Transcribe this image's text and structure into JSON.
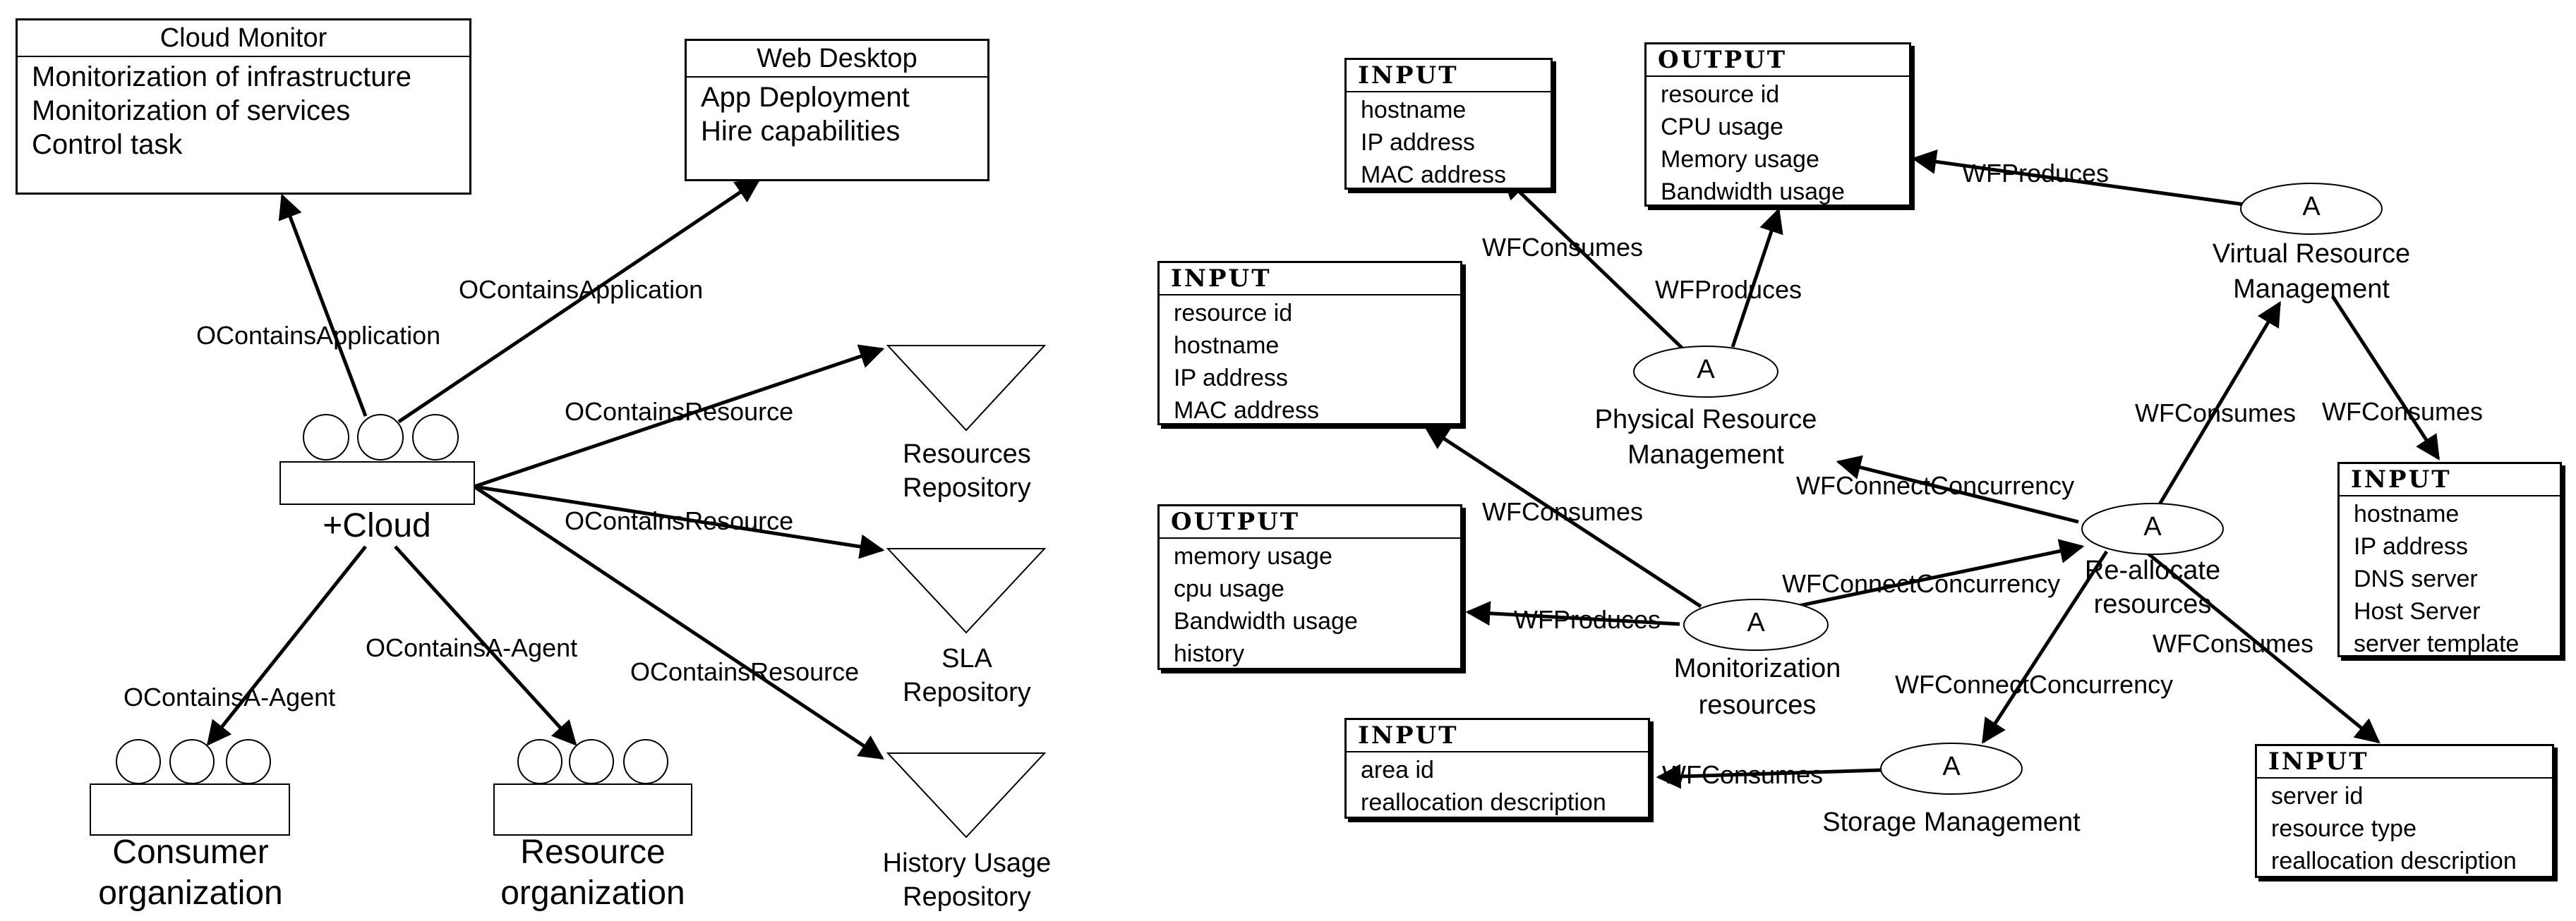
{
  "left": {
    "cloud_monitor": {
      "title": "Cloud Monitor",
      "items": [
        "Monitorization of infrastructure",
        "Monitorization of services",
        "Control task"
      ]
    },
    "web_desktop": {
      "title": "Web Desktop",
      "items": [
        "App Deployment",
        "Hire capabilities"
      ]
    },
    "cloud_label": "+Cloud",
    "consumer_label_1": "Consumer",
    "consumer_label_2": "organization",
    "resource_org_label_1": "Resource",
    "resource_org_label_2": "organization",
    "repos": [
      {
        "line1": "Resources",
        "line2": "Repository"
      },
      {
        "line1": "SLA",
        "line2": "Repository"
      },
      {
        "line1": "History Usage",
        "line2": "Repository"
      }
    ],
    "edges": {
      "contains_app_1": "OContainsApplication",
      "contains_app_2": "OContainsApplication",
      "contains_res_1": "OContainsResource",
      "contains_res_2": "OContainsResource",
      "contains_res_3": "OContainsResource",
      "contains_agent_1": "OContainsA-Agent",
      "contains_agent_2": "OContainsA-Agent"
    }
  },
  "right": {
    "activity_symbol": "A",
    "activities": {
      "physical": {
        "line1": "Physical Resource",
        "line2": "Management"
      },
      "virtual": {
        "line1": "Virtual Resource",
        "line2": "Management"
      },
      "realloc": {
        "line1": "Re-allocate",
        "line2": "resources"
      },
      "monitor": {
        "line1": "Monitorization",
        "line2": "resources"
      },
      "storage": {
        "line1": "Storage Management"
      }
    },
    "tables": {
      "in_phys": {
        "header": "INPUT",
        "rows": [
          "hostname",
          "IP address",
          "MAC address"
        ]
      },
      "out_phys": {
        "header": "OUTPUT",
        "rows": [
          "resource id",
          "CPU usage",
          "Memory usage",
          "Bandwidth usage"
        ]
      },
      "in_mon": {
        "header": "INPUT",
        "rows": [
          "resource id",
          "hostname",
          "IP address",
          "MAC address"
        ]
      },
      "out_mon": {
        "header": "OUTPUT",
        "rows": [
          "memory usage",
          "cpu usage",
          "Bandwidth usage",
          "history"
        ]
      },
      "in_storage": {
        "header": "INPUT",
        "rows": [
          "area id",
          "reallocation description"
        ]
      },
      "in_virtual": {
        "header": "INPUT",
        "rows": [
          "hostname",
          "IP address",
          "DNS server",
          "Host Server",
          "server template"
        ]
      },
      "in_realloc": {
        "header": "INPUT",
        "rows": [
          "server id",
          "resource type",
          "reallocation description"
        ]
      }
    },
    "edges": {
      "wfc_phys": "WFConsumes",
      "wfp_phys": "WFProduces",
      "wfp_virtual": "WFProduces",
      "wfc_virtual_left": "WFConsumes",
      "wfc_virtual_right": "WFConsumes",
      "wfcc_phys": "WFConnectConcurrency",
      "wfc_mon": "WFConsumes",
      "wfcc_mon": "WFConnectConcurrency",
      "wfp_mon": "WFProduces",
      "wfcc_storage": "WFConnectConcurrency",
      "wfc_realloc": "WFConsumes",
      "wfc_storage": "WFConsumes"
    }
  }
}
